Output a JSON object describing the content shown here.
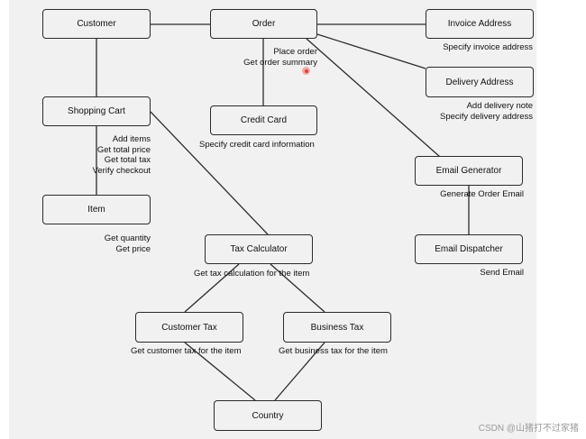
{
  "nodes": {
    "customer": "Customer",
    "order": "Order",
    "invoice_address": "Invoice Address",
    "delivery_address": "Delivery Address",
    "shopping_cart": "Shopping Cart",
    "credit_card": "Credit Card",
    "email_generator": "Email Generator",
    "item": "Item",
    "tax_calculator": "Tax Calculator",
    "email_dispatcher": "Email Dispatcher",
    "customer_tax": "Customer Tax",
    "business_tax": "Business Tax",
    "country": "Country"
  },
  "notes": {
    "order": [
      "Place order",
      "Get order summary"
    ],
    "invoice_address": [
      "Specify invoice address"
    ],
    "delivery_address": [
      "Add delivery note",
      "Specify delivery address"
    ],
    "shopping_cart": [
      "Add items",
      "Get total price",
      "Get total tax",
      "Verify checkout"
    ],
    "credit_card": [
      "Specify credit card information"
    ],
    "email_generator": [
      "Generate Order Email"
    ],
    "item": [
      "Get quantity",
      "Get price"
    ],
    "tax_calculator": [
      "Get tax calculation for the item"
    ],
    "email_dispatcher": [
      "Send Email"
    ],
    "customer_tax": [
      "Get customer tax for the item"
    ],
    "business_tax": [
      "Get business tax for the item"
    ]
  },
  "watermark": "CSDN @山猪打不过家猪"
}
